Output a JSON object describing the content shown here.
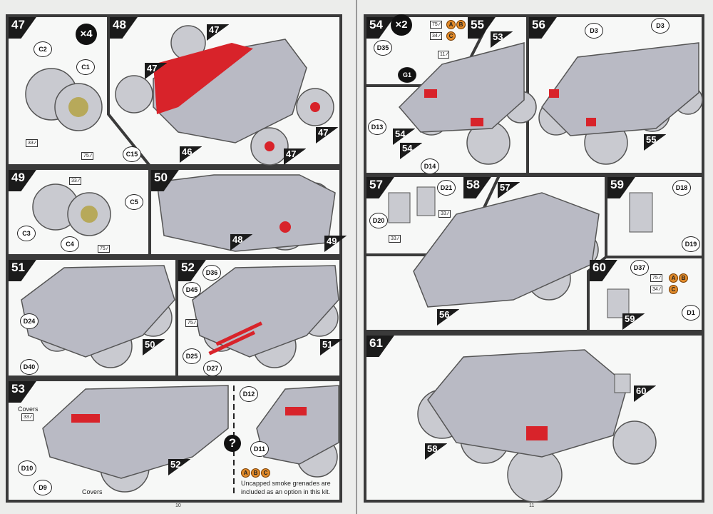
{
  "steps": {
    "s47": "47",
    "s48": "48",
    "s49": "49",
    "s50": "50",
    "s51": "51",
    "s52": "52",
    "s53": "53",
    "s54": "54",
    "s55": "55",
    "s56": "56",
    "s57": "57",
    "s58": "58",
    "s59": "59",
    "s60": "60",
    "s61": "61"
  },
  "multipliers": {
    "s47": "×4",
    "s54": "×2"
  },
  "step47": {
    "parts": [
      "C2",
      "C1",
      "C15"
    ],
    "paints": [
      "33",
      "75"
    ]
  },
  "step48": {
    "refs": [
      "47",
      "47",
      "47",
      "46",
      "47"
    ]
  },
  "step49": {
    "parts": [
      "C3",
      "C4",
      "C5"
    ],
    "paints": [
      "33",
      "75"
    ]
  },
  "step50": {
    "refs": [
      "48",
      "49"
    ]
  },
  "step51": {
    "parts": [
      "D24",
      "D40"
    ],
    "refs": [
      "50"
    ]
  },
  "step52": {
    "parts": [
      "D36",
      "D45",
      "D25",
      "D27"
    ],
    "paints": [
      "75"
    ],
    "refs": [
      "51"
    ]
  },
  "step53": {
    "covers": "Covers",
    "parts": [
      "D10",
      "D9",
      "D12",
      "D11"
    ],
    "paints": [
      "33"
    ],
    "refs": [
      "52"
    ],
    "options": [
      "A",
      "B",
      "C"
    ],
    "note": "Uncapped smoke grenades are included as an option in this kit."
  },
  "step54": {
    "parts": [
      "D35",
      "G1"
    ],
    "paints": [
      "75",
      "34",
      "11"
    ],
    "options": [
      "A",
      "B",
      "C"
    ]
  },
  "step55": {
    "parts": [
      "D13",
      "D14"
    ],
    "refs": [
      "53",
      "54",
      "54"
    ]
  },
  "step56": {
    "parts": [
      "D3",
      "D3"
    ],
    "refs": [
      "55"
    ]
  },
  "step57": {
    "parts": [
      "D21",
      "D20"
    ],
    "paints": [
      "33",
      "33"
    ]
  },
  "step58": {
    "refs": [
      "57",
      "56"
    ]
  },
  "step59": {
    "parts": [
      "D18",
      "D19"
    ]
  },
  "step60": {
    "parts": [
      "D37",
      "D1"
    ],
    "paints": [
      "75",
      "34"
    ],
    "options": [
      "A",
      "B",
      "C"
    ],
    "refs": [
      "59"
    ]
  },
  "step61": {
    "refs": [
      "60",
      "58"
    ]
  },
  "pages": {
    "left": "10",
    "right": "11"
  },
  "colors": {
    "accent_red": "#d8232a",
    "panel_border": "#3a3a3a",
    "vehicle_grey": "#b9bac4",
    "option_orange": "#e08a2a"
  }
}
